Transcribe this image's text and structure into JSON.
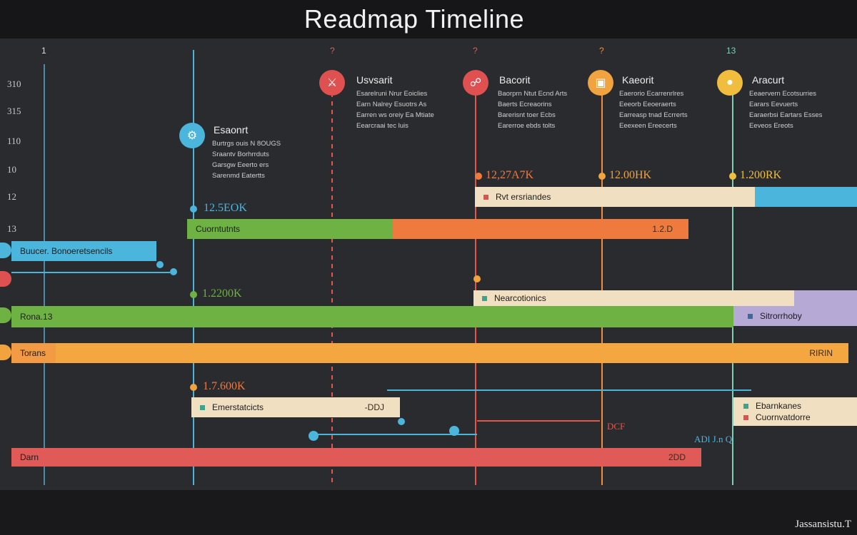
{
  "header": {
    "title": "Readmap Timeline"
  },
  "footer": {
    "brand": "Jassansistu.T"
  },
  "axis": {
    "left_ticks": [
      "310",
      "315",
      "110",
      "10",
      "12",
      "13"
    ],
    "column_ticks": [
      "1",
      "?",
      "?",
      "?",
      "13"
    ]
  },
  "milestones": [
    {
      "title": "Esaonrt",
      "lines": [
        "Burtrgs ouis N 8OUGS",
        "Sraantv Borhrrduts",
        "Garsgw Eeerto ers",
        "Sarenmd Eatertts"
      ],
      "color": "#4bb5dc"
    },
    {
      "title": "Usvsarit",
      "lines": [
        "Esarelruni Nrur Eoiclies",
        "Earn Nalrey Esuotrs As",
        "Earren ws oreiy Ea Mtiate",
        "Eearcraai tec luis"
      ],
      "color": "#df5150"
    },
    {
      "title": "Bacorit",
      "lines": [
        "Baorprn Ntut Ecnd Arts",
        "Baerts Ecreaorins",
        "Barerisnt toer Ecbs",
        "Earerroe ebds tolts"
      ],
      "color": "#df5150"
    },
    {
      "title": "Kaeorit",
      "lines": [
        "Eaerorio Ecarrenrlres",
        "Eeeorb Eeoeraerts",
        "Earreasp tnad Ecrrerts",
        "Eeexeen Ereecerts"
      ],
      "color": "#f0a33e"
    },
    {
      "title": "Aracurt",
      "lines": [
        "Eeaervern Ecotsurries",
        "Earars Eevuerts",
        "Earaerbsi Eartars Esses",
        "Eeveos Ereots"
      ],
      "color": "#f0bd3e"
    }
  ],
  "money_labels": {
    "m1": "12.5EOK",
    "m2": "12,27A7K",
    "m3": "12.00HK",
    "m4": "1.200RK",
    "m5": "1.2200K",
    "m6": "1.7.600K"
  },
  "bars": {
    "beige_top": {
      "label": "Rvt ersriandes"
    },
    "green_orange": {
      "label": "Cuorntutnts",
      "end": "1.2.D"
    },
    "blue_left": {
      "label": "Buucer.  Bonoeretsencils"
    },
    "beige_mid": {
      "label": "Nearcotionics"
    },
    "lavender": {
      "label": "Sitrorrhoby"
    },
    "green_long": {
      "label": "Rona.13"
    },
    "orange_long": {
      "label": "Torans",
      "end": "RIRIN"
    },
    "beige_low": {
      "label": "Emerstatcicts",
      "end": "-DDJ"
    },
    "beige_right": {
      "lines": [
        "Ebarnkanes",
        "Cuornvatdorre"
      ]
    },
    "red_bottom": {
      "label": "Darn",
      "end": "2DD"
    }
  },
  "misc": {
    "arrow_label": "ADl J.n Q",
    "red_note": "DCF"
  },
  "colors": {
    "bg": "#2a2b2e",
    "blue": "#4bb5dc",
    "red": "#df5150",
    "orange": "#ef7a3e",
    "yellow": "#f0a33e",
    "green": "#6fb244",
    "beige": "#f1dfc2",
    "lavender": "#b6a9d6"
  }
}
